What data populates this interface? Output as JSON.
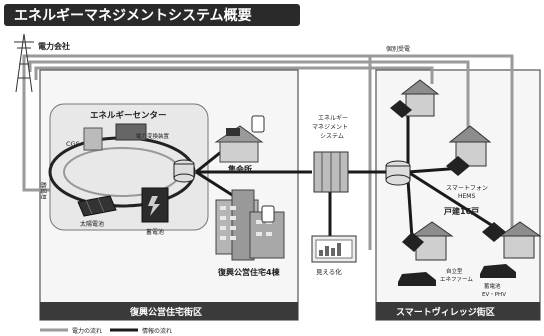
{
  "title": "エネルギーマネジメントシステム概要",
  "labels": {
    "power_company": "電力会社",
    "energy_center": "エネルギーセンター",
    "cgs": "CGS",
    "power_converter": "電力変換装置",
    "solar": "太陽電池",
    "storage_center": "蓄電池",
    "self_line": "自営線",
    "meeting_hall": "集会所",
    "ems_line1": "エネルギー",
    "ems_line2": "マネジメント",
    "ems_line3": "システム",
    "visualization": "見える化",
    "housing4": "復興公営住宅4棟",
    "individual_power": "個別受電",
    "smartphone_line1": "スマートフォン",
    "smartphone_line2": "HEMS",
    "houses16": "戸建16戸",
    "self_farm_line1": "自立型",
    "self_farm_line2": "エネファーム",
    "storage_ev_line1": "蓄電池",
    "storage_ev_line2": "EV・PHV"
  },
  "districts": {
    "left": "復興公営住宅街区",
    "right": "スマートヴィレッジ街区"
  },
  "legend": {
    "power_flow": "電力の流れ",
    "info_flow": "情報の流れ"
  }
}
